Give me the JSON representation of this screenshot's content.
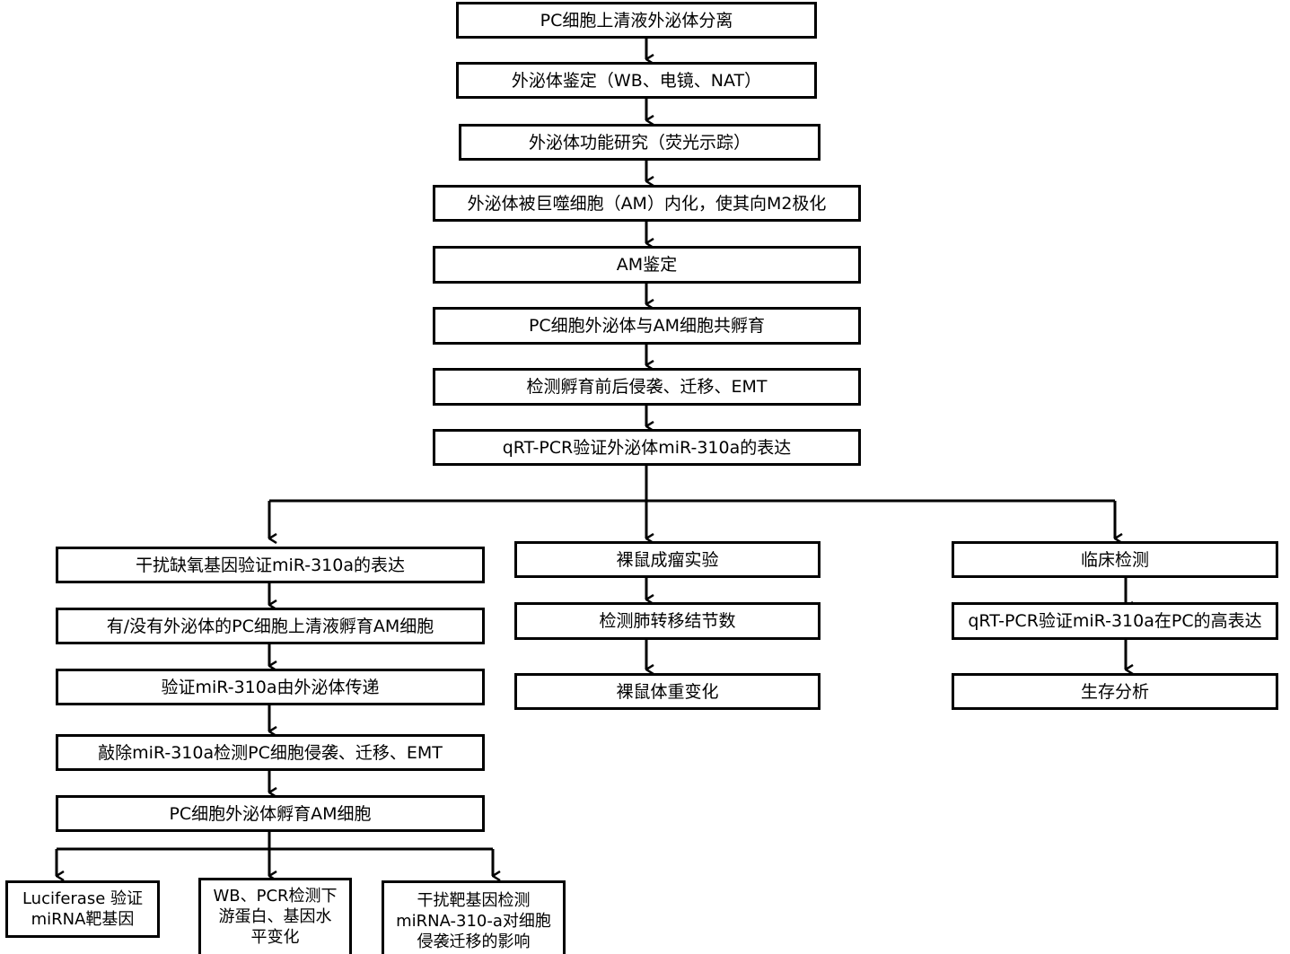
{
  "nodes": {
    "n1": "PC细胞上清液外泌体分离",
    "n2": "外泌体鉴定（WB、电镜、NAT）",
    "n3": "外泌体功能研究（荧光示踪）",
    "n4": "外泌体被巨噬细胞（AM）内化，使其向M2极化",
    "n5": "AM鉴定",
    "n6": "PC细胞外泌体与AM细胞共孵育",
    "n7": "检测孵育前后侵袭、迁移、EMT",
    "n8": "qRT-PCR验证外泌体miR-310a的表达",
    "l1": "干扰缺氧基因验证miR-310a的表达",
    "l2": "有/没有外泌体的PC细胞上清液孵育AM细胞",
    "l3": "验证miR-310a由外泌体传递",
    "l4": "敲除miR-310a检测PC细胞侵袭、迁移、EMT",
    "l5": "PC细胞外泌体孵育AM细胞",
    "m1": "裸鼠成瘤实验",
    "m2": "检测肺转移结节数",
    "m3": "裸鼠体重变化",
    "r1": "临床检测",
    "r2": "qRT-PCR验证miR-310a在PC的高表达",
    "r3": "生存分析",
    "b1": [
      "Luciferase 验证",
      "miRNA靶基因"
    ],
    "b2": [
      "WB、PCR检测下",
      "游蛋白、基因水",
      "平变化"
    ],
    "b3": [
      "干扰靶基因检测",
      "miRNA-310-a对细胞",
      "侵袭迁移的影响"
    ]
  },
  "colors": {
    "stroke": "#000000",
    "fill": "#ffffff"
  }
}
